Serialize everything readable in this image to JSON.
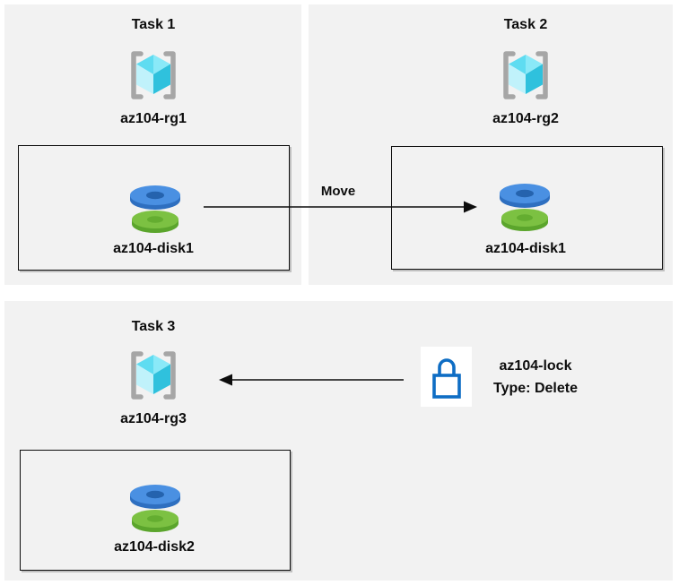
{
  "panels": [
    {
      "title": "Task 1",
      "rg_label": "az104-rg1",
      "disk_label": "az104-disk1"
    },
    {
      "title": "Task 2",
      "rg_label": "az104-rg2",
      "disk_label": "az104-disk1"
    },
    {
      "title": "Task 3",
      "rg_label": "az104-rg3",
      "disk_label": "az104-disk2"
    }
  ],
  "arrows": {
    "move": {
      "label": "Move"
    }
  },
  "lock": {
    "name": "az104-lock",
    "type_line": "Type: Delete"
  },
  "colors": {
    "panel_bg": "#f2f2f2",
    "ink": "#0d0d0d",
    "bracket_gray": "#a6a6a6",
    "cube_top_left": "#5fdcf1",
    "cube_top_right": "#8ae9f8",
    "cube_bottom_left": "#c0f2fb",
    "cube_bottom_right": "#2fc1dd",
    "disk_blue_top": "#4a90e2",
    "disk_blue_side": "#2e6fc0",
    "disk_blue_hole": "#2563ae",
    "disk_green_top": "#7cc142",
    "disk_green_side": "#5ba52c",
    "disk_green_hole": "#64ad30",
    "lock_blue": "#0e6dc4",
    "lock_bg": "#ffffff"
  }
}
